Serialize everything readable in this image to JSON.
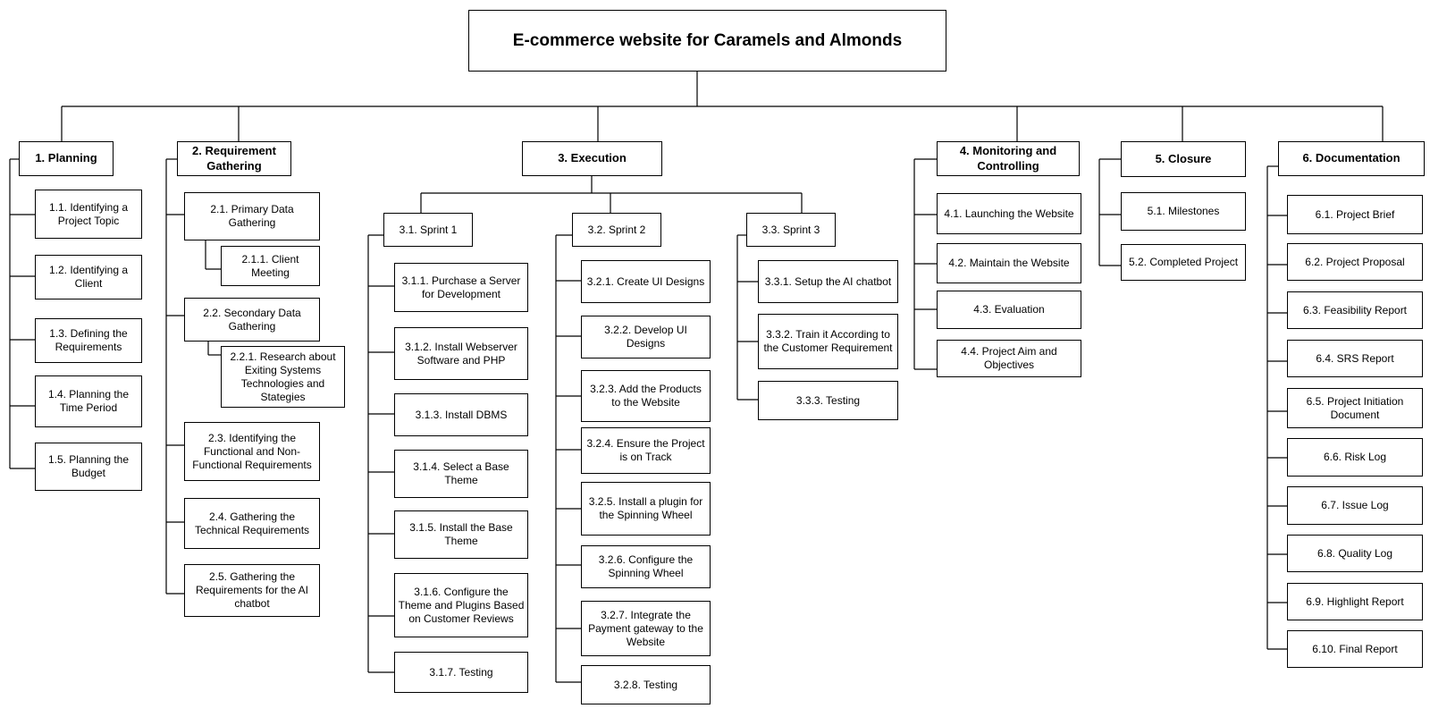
{
  "title": "E-commerce website for Caramels and Almonds",
  "phases": [
    {
      "label": "1. Planning",
      "items": [
        {
          "label": "1.1. Identifying a Project Topic"
        },
        {
          "label": "1.2. Identifying a Client"
        },
        {
          "label": "1.3. Defining the Requirements"
        },
        {
          "label": "1.4. Planning the Time Period"
        },
        {
          "label": "1.5. Planning the Budget"
        }
      ]
    },
    {
      "label": "2. Requirement Gathering",
      "items": [
        {
          "label": "2.1. Primary Data Gathering",
          "children": [
            {
              "label": "2.1.1. Client Meeting"
            }
          ]
        },
        {
          "label": "2.2. Secondary Data Gathering",
          "children": [
            {
              "label": "2.2.1. Research about Exiting Systems Technologies and Stategies"
            }
          ]
        },
        {
          "label": "2.3. Identifying the Functional and Non-Functional Requirements"
        },
        {
          "label": "2.4. Gathering the Technical Requirements"
        },
        {
          "label": "2.5. Gathering the Requirements for the AI chatbot"
        }
      ]
    },
    {
      "label": "3. Execution",
      "sprints": [
        {
          "label": "3.1. Sprint 1",
          "items": [
            {
              "label": "3.1.1. Purchase a Server for Development"
            },
            {
              "label": "3.1.2. Install Webserver Software and PHP"
            },
            {
              "label": "3.1.3. Install DBMS"
            },
            {
              "label": "3.1.4. Select a Base Theme"
            },
            {
              "label": "3.1.5. Install the Base Theme"
            },
            {
              "label": "3.1.6. Configure the Theme and Plugins Based on Customer Reviews"
            },
            {
              "label": "3.1.7. Testing"
            }
          ]
        },
        {
          "label": "3.2. Sprint 2",
          "items": [
            {
              "label": "3.2.1. Create UI Designs"
            },
            {
              "label": "3.2.2. Develop UI Designs"
            },
            {
              "label": "3.2.3. Add the Products to the Website"
            },
            {
              "label": "3.2.4. Ensure the Project is on Track"
            },
            {
              "label": "3.2.5. Install a plugin for the Spinning Wheel"
            },
            {
              "label": "3.2.6. Configure the Spinning Wheel"
            },
            {
              "label": "3.2.7. Integrate the Payment gateway to the Website"
            },
            {
              "label": "3.2.8. Testing"
            }
          ]
        },
        {
          "label": "3.3. Sprint 3",
          "items": [
            {
              "label": "3.3.1. Setup the AI chatbot"
            },
            {
              "label": "3.3.2. Train it According to the Customer Requirement"
            },
            {
              "label": "3.3.3. Testing"
            }
          ]
        }
      ]
    },
    {
      "label": "4. Monitoring and Controlling",
      "items": [
        {
          "label": "4.1. Launching the Website"
        },
        {
          "label": "4.2. Maintain the Website"
        },
        {
          "label": "4.3. Evaluation"
        },
        {
          "label": "4.4. Project Aim and Objectives"
        }
      ]
    },
    {
      "label": "5. Closure",
      "items": [
        {
          "label": "5.1. Milestones"
        },
        {
          "label": "5.2. Completed Project"
        }
      ]
    },
    {
      "label": "6. Documentation",
      "items": [
        {
          "label": "6.1. Project Brief"
        },
        {
          "label": "6.2. Project Proposal"
        },
        {
          "label": "6.3. Feasibility Report"
        },
        {
          "label": "6.4. SRS Report"
        },
        {
          "label": "6.5. Project Initiation Document"
        },
        {
          "label": "6.6. Risk Log"
        },
        {
          "label": "6.7. Issue Log"
        },
        {
          "label": "6.8. Quality Log"
        },
        {
          "label": "6.9. Highlight Report"
        },
        {
          "label": "6.10. Final Report"
        }
      ]
    }
  ]
}
